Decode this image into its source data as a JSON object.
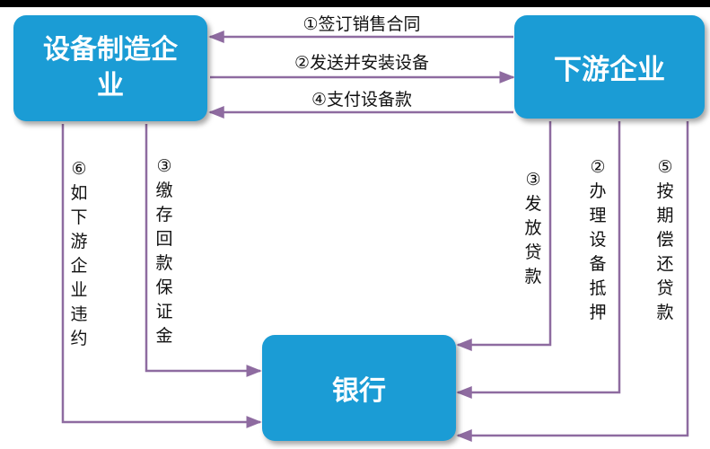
{
  "nodes": {
    "manufacturer": "设备制造企业",
    "downstream": "下游企业",
    "bank": "银行"
  },
  "flows": {
    "sign_contract": "①签订销售合同",
    "ship_install": "②发送并安装设备",
    "pay_equipment": "④支付设备款",
    "default_clause": "⑥如下游企业违约",
    "repurchase_deposit": "③缴存回款保证金",
    "issue_loan": "③发放贷款",
    "mortgage": "②办理设备抵押",
    "repay_loan": "⑤按期偿还贷款"
  },
  "colors": {
    "box_fill": "#1b9cd5",
    "arrow": "#8e6ba0"
  }
}
